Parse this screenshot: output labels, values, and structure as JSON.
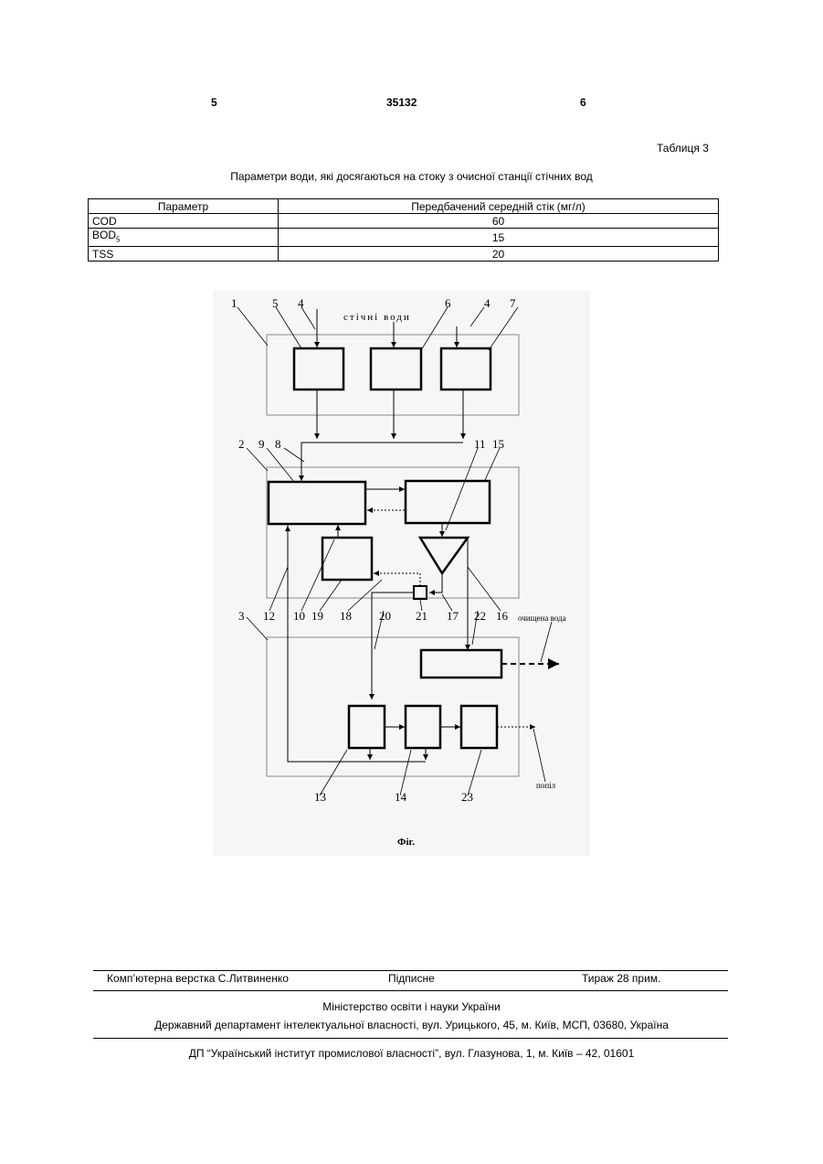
{
  "header": {
    "page_left": "5",
    "patent_number": "35132",
    "page_right": "6"
  },
  "table_label": "Таблиця 3",
  "table_title": "Параметри води, які досягаються на стоку з очисної станції стічних вод",
  "table": {
    "columns": [
      "Параметр",
      "Передбачений середній стік (мг/л)"
    ],
    "rows": [
      {
        "param": "COD",
        "param_sub": "",
        "value": "60"
      },
      {
        "param": "BOD",
        "param_sub": "5",
        "value": "15"
      },
      {
        "param": "TSS",
        "param_sub": "",
        "value": "20"
      }
    ]
  },
  "figure": {
    "labels": {
      "top_stream": "стічні води",
      "clean_water": "очищена вода",
      "ash": "попіл",
      "caption": "Фіг."
    },
    "numbers": [
      "1",
      "5",
      "4",
      "6",
      "4",
      "7",
      "2",
      "9",
      "8",
      "11",
      "15",
      "12",
      "10",
      "19",
      "18",
      "20",
      "21",
      "17",
      "22",
      "16",
      "3",
      "13",
      "14",
      "23"
    ]
  },
  "footer": {
    "layout_credit": "Комп’ютерна верстка С.Литвиненко",
    "signed": "Підписне",
    "circulation": "Тираж 28 прим.",
    "ministry": "Міністерство освіти і науки України",
    "department": "Державний департамент інтелектуальної власності, вул. Урицького, 45, м. Київ, МСП, 03680, Україна",
    "institute": "ДП “Український інститут промислової власності”, вул. Глазунова, 1, м. Київ – 42, 01601"
  }
}
